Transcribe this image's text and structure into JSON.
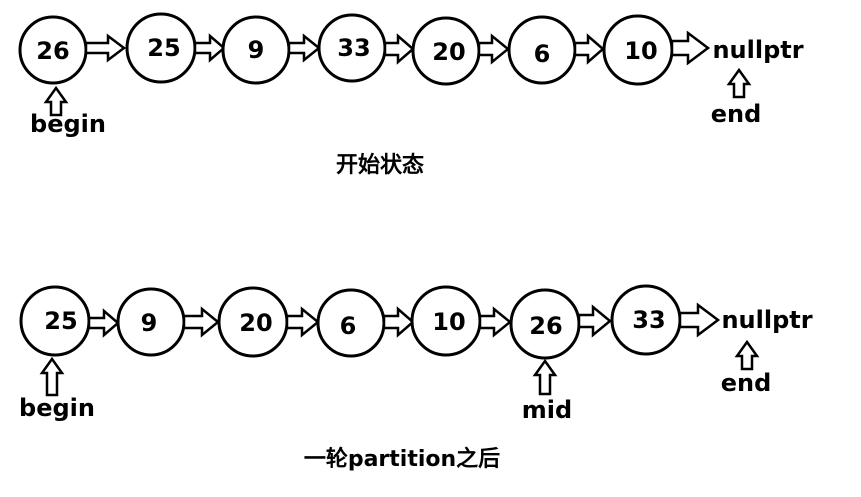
{
  "rows": [
    {
      "nodes": [
        "26",
        "25",
        "9",
        "33",
        "20",
        "6",
        "10"
      ],
      "terminator": "nullptr",
      "pointers": [
        {
          "label": "begin",
          "node_index": 0
        },
        {
          "label": "end",
          "node_index": "terminator"
        }
      ],
      "caption": "开始状态"
    },
    {
      "nodes": [
        "25",
        "9",
        "20",
        "6",
        "10",
        "26",
        "33"
      ],
      "terminator": "nullptr",
      "pointers": [
        {
          "label": "begin",
          "node_index": 0
        },
        {
          "label": "mid",
          "node_index": 5
        },
        {
          "label": "end",
          "node_index": "terminator"
        }
      ],
      "caption": "一轮partition之后"
    }
  ]
}
